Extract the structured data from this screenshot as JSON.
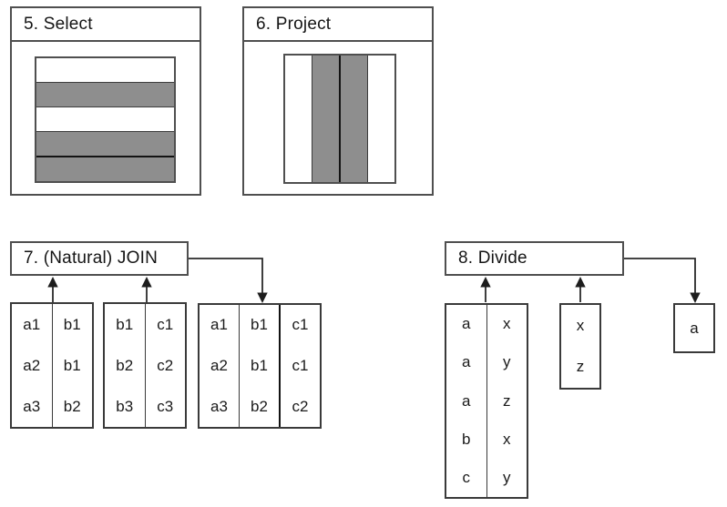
{
  "operations": {
    "select": {
      "label": "5. Select",
      "stripes": [
        "white",
        "gray",
        "white",
        "gray",
        "gray"
      ]
    },
    "project": {
      "label": "6. Project",
      "stripes": [
        "white",
        "gray",
        "gray",
        "white"
      ]
    },
    "join": {
      "label": "7. (Natural) JOIN",
      "table1": {
        "rows": [
          [
            "a1",
            "b1"
          ],
          [
            "a2",
            "b1"
          ],
          [
            "a3",
            "b2"
          ]
        ]
      },
      "table2": {
        "rows": [
          [
            "b1",
            "c1"
          ],
          [
            "b2",
            "c2"
          ],
          [
            "b3",
            "c3"
          ]
        ]
      },
      "result": {
        "rows": [
          [
            "a1",
            "b1",
            "c1"
          ],
          [
            "a2",
            "b1",
            "c1"
          ],
          [
            "a3",
            "b2",
            "c2"
          ]
        ]
      }
    },
    "divide": {
      "label": "8. Divide",
      "dividend": {
        "rows": [
          [
            "a",
            "x"
          ],
          [
            "a",
            "y"
          ],
          [
            "a",
            "z"
          ],
          [
            "b",
            "x"
          ],
          [
            "c",
            "y"
          ]
        ]
      },
      "divisor": {
        "rows": [
          [
            "x"
          ],
          [
            "z"
          ]
        ]
      },
      "result": {
        "rows": [
          [
            "a"
          ]
        ]
      }
    }
  },
  "colors": {
    "stripe_gray": "#8e8e8e",
    "line": "#3a3a3a",
    "arrow": "#222222",
    "background": "#ffffff"
  }
}
